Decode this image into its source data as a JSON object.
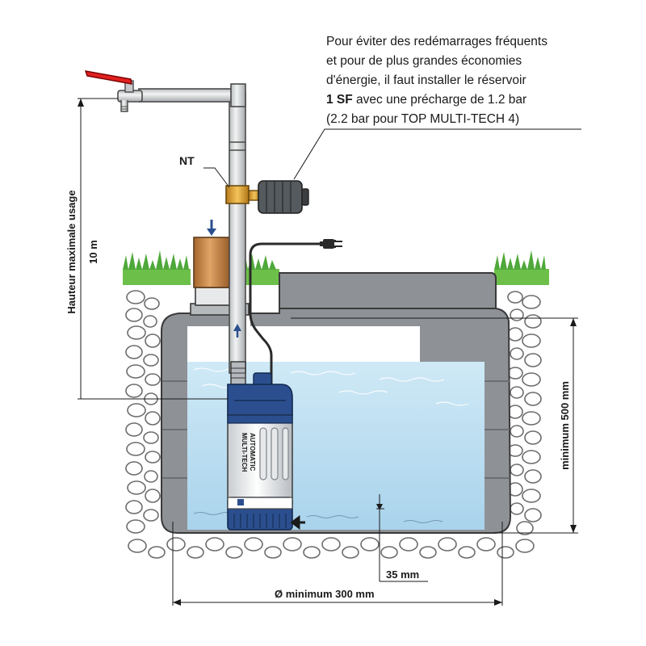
{
  "note": {
    "line1": "Pour éviter des redémarrages fréquents",
    "line2": "et pour de plus grandes économies",
    "line3": "d'énergie, il faut installer le réservoir",
    "line4_bold": "1 SF",
    "line4_rest": " avec une précharge de 1.2 bar",
    "line5": "(2.2 bar pour TOP MULTI-TECH 4)"
  },
  "labels": {
    "nt": "NT",
    "max_height_title": "Hauteur maximale usage",
    "max_height_value": "10 m",
    "min_depth": "minimum 500 mm",
    "bottom_gap": "35 mm",
    "diameter": "Ø minimum 300 mm"
  },
  "pump": {
    "brand_line1": "MULTI-TECH",
    "brand_line2": "AUTOMATIC"
  },
  "colors": {
    "water": "#bfe0f2",
    "tank": "#8f9397",
    "grass": "#6cc04a",
    "pump_blue": "#2b4f8e",
    "valve_red": "#e02020",
    "brass": "#e0a43a",
    "filter": "#c9884a"
  }
}
